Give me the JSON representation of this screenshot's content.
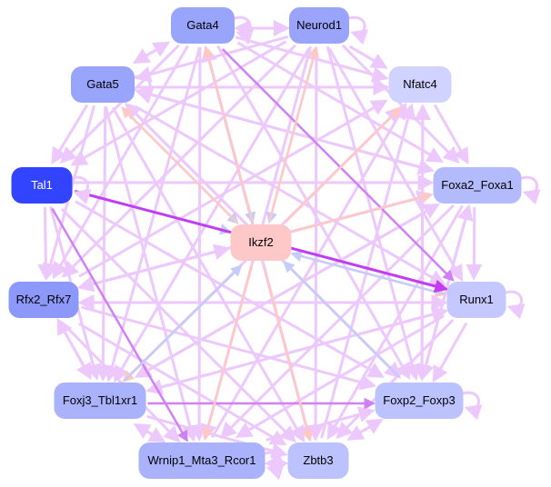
{
  "edge_colors": {
    "light": "#ecc8fc",
    "purple": "#c23cf2",
    "violet": "#d080f4",
    "blue": "#c4ccfa",
    "pink": "#ffc8c4"
  },
  "nodes": [
    {
      "id": "Gata4",
      "label": "Gata4",
      "fill": "#99a4fb",
      "text": "#000000"
    },
    {
      "id": "Neurod1",
      "label": "Neurod1",
      "fill": "#9aa4fb",
      "text": "#000000"
    },
    {
      "id": "Nfatc4",
      "label": "Nfatc4",
      "fill": "#d0d2ff",
      "text": "#000000"
    },
    {
      "id": "Gata5",
      "label": "Gata5",
      "fill": "#99a4fb",
      "text": "#000000"
    },
    {
      "id": "Tal1",
      "label": "Tal1",
      "fill": "#3344ff",
      "text": "#ffffff"
    },
    {
      "id": "Foxa2_Foxa1",
      "label": "Foxa2_Foxa1",
      "fill": "#b4bbfd",
      "text": "#000000"
    },
    {
      "id": "Ikzf2",
      "label": "Ikzf2",
      "fill": "#ffc8c8",
      "text": "#000000"
    },
    {
      "id": "Rfx2_Rfx7",
      "label": "Rfx2_Rfx7",
      "fill": "#8c98fa",
      "text": "#000000"
    },
    {
      "id": "Runx1",
      "label": "Runx1",
      "fill": "#c4c8fe",
      "text": "#000000"
    },
    {
      "id": "Foxj3_Tbl1xr1",
      "label": "Foxj3_Tbl1xr1",
      "fill": "#aab2fc",
      "text": "#000000"
    },
    {
      "id": "Foxp2_Foxp3",
      "label": "Foxp2_Foxp3",
      "fill": "#bcc2fe",
      "text": "#000000"
    },
    {
      "id": "Wrnip1_Mta3_Rcor1",
      "label": "Wrnip1_Mta3_Rcor1",
      "fill": "#aab2fc",
      "text": "#000000"
    },
    {
      "id": "Zbtb3",
      "label": "Zbtb3",
      "fill": "#bcc2fe",
      "text": "#000000"
    }
  ],
  "self_loops": [
    "Gata4",
    "Neurod1",
    "Gata5",
    "Tal1",
    "Foxa2_Foxa1",
    "Runx1",
    "Foxp2_Foxp3",
    "Wrnip1_Mta3_Rcor1"
  ],
  "edges": [
    [
      "Tal1",
      "Runx1",
      "purple"
    ],
    [
      "Tal1",
      "Wrnip1_Mta3_Rcor1",
      "violet"
    ],
    [
      "Tal1",
      "Ikzf2",
      "blue"
    ],
    [
      "Gata4",
      "Ikzf2",
      "blue"
    ],
    [
      "Ikzf2",
      "Gata4",
      "pink"
    ],
    [
      "Neurod1",
      "Ikzf2",
      "blue"
    ],
    [
      "Ikzf2",
      "Neurod1",
      "pink"
    ],
    [
      "Ikzf2",
      "Nfatc4",
      "pink"
    ],
    [
      "Ikzf2",
      "Foxa2_Foxa1",
      "pink"
    ],
    [
      "Ikzf2",
      "Runx1",
      "pink"
    ],
    [
      "Runx1",
      "Ikzf2",
      "blue"
    ],
    [
      "Ikzf2",
      "Foxj3_Tbl1xr1",
      "pink"
    ],
    [
      "Foxj3_Tbl1xr1",
      "Ikzf2",
      "blue"
    ],
    [
      "Ikzf2",
      "Wrnip1_Mta3_Rcor1",
      "pink"
    ],
    [
      "Ikzf2",
      "Zbtb3",
      "pink"
    ],
    [
      "Foxp2_Foxp3",
      "Ikzf2",
      "blue"
    ],
    [
      "Gata5",
      "Ikzf2",
      "blue"
    ],
    [
      "Ikzf2",
      "Gata5",
      "pink"
    ],
    [
      "Rfx2_Rfx7",
      "Ikzf2",
      "light"
    ],
    [
      "Gata4",
      "Runx1",
      "violet"
    ],
    [
      "Gata4",
      "Gata5",
      "light"
    ],
    [
      "Gata5",
      "Gata4",
      "light"
    ],
    [
      "Gata4",
      "Neurod1",
      "light"
    ],
    [
      "Neurod1",
      "Gata4",
      "light"
    ],
    [
      "Gata4",
      "Tal1",
      "light"
    ],
    [
      "Gata4",
      "Rfx2_Rfx7",
      "light"
    ],
    [
      "Gata4",
      "Foxj3_Tbl1xr1",
      "light"
    ],
    [
      "Gata4",
      "Wrnip1_Mta3_Rcor1",
      "light"
    ],
    [
      "Gata4",
      "Zbtb3",
      "light"
    ],
    [
      "Gata4",
      "Foxp2_Foxp3",
      "light"
    ],
    [
      "Gata4",
      "Foxa2_Foxa1",
      "light"
    ],
    [
      "Gata4",
      "Nfatc4",
      "light"
    ],
    [
      "Neurod1",
      "Gata5",
      "light"
    ],
    [
      "Neurod1",
      "Nfatc4",
      "light"
    ],
    [
      "Neurod1",
      "Tal1",
      "light"
    ],
    [
      "Neurod1",
      "Rfx2_Rfx7",
      "light"
    ],
    [
      "Neurod1",
      "Foxj3_Tbl1xr1",
      "light"
    ],
    [
      "Neurod1",
      "Wrnip1_Mta3_Rcor1",
      "light"
    ],
    [
      "Neurod1",
      "Zbtb3",
      "light"
    ],
    [
      "Neurod1",
      "Foxp2_Foxp3",
      "light"
    ],
    [
      "Neurod1",
      "Foxa2_Foxa1",
      "light"
    ],
    [
      "Neurod1",
      "Runx1",
      "light"
    ],
    [
      "Gata5",
      "Tal1",
      "light"
    ],
    [
      "Gata5",
      "Rfx2_Rfx7",
      "light"
    ],
    [
      "Gata5",
      "Foxj3_Tbl1xr1",
      "light"
    ],
    [
      "Gata5",
      "Wrnip1_Mta3_Rcor1",
      "light"
    ],
    [
      "Gata5",
      "Zbtb3",
      "light"
    ],
    [
      "Gata5",
      "Foxp2_Foxp3",
      "light"
    ],
    [
      "Gata5",
      "Runx1",
      "light"
    ],
    [
      "Gata5",
      "Foxa2_Foxa1",
      "light"
    ],
    [
      "Gata5",
      "Nfatc4",
      "light"
    ],
    [
      "Tal1",
      "Rfx2_Rfx7",
      "light"
    ],
    [
      "Tal1",
      "Foxj3_Tbl1xr1",
      "light"
    ],
    [
      "Tal1",
      "Foxp2_Foxp3",
      "light"
    ],
    [
      "Tal1",
      "Foxa2_Foxa1",
      "light"
    ],
    [
      "Tal1",
      "Zbtb3",
      "light"
    ],
    [
      "Rfx2_Rfx7",
      "Foxj3_Tbl1xr1",
      "light"
    ],
    [
      "Foxj3_Tbl1xr1",
      "Rfx2_Rfx7",
      "light"
    ],
    [
      "Rfx2_Rfx7",
      "Wrnip1_Mta3_Rcor1",
      "light"
    ],
    [
      "Rfx2_Rfx7",
      "Foxp2_Foxp3",
      "light"
    ],
    [
      "Rfx2_Rfx7",
      "Runx1",
      "light"
    ],
    [
      "Rfx2_Rfx7",
      "Foxa2_Foxa1",
      "light"
    ],
    [
      "Rfx2_Rfx7",
      "Zbtb3",
      "light"
    ],
    [
      "Foxj3_Tbl1xr1",
      "Foxp2_Foxp3",
      "violet"
    ],
    [
      "Foxj3_Tbl1xr1",
      "Wrnip1_Mta3_Rcor1",
      "light"
    ],
    [
      "Wrnip1_Mta3_Rcor1",
      "Foxj3_Tbl1xr1",
      "light"
    ],
    [
      "Foxj3_Tbl1xr1",
      "Foxa2_Foxa1",
      "light"
    ],
    [
      "Foxj3_Tbl1xr1",
      "Runx1",
      "light"
    ],
    [
      "Foxj3_Tbl1xr1",
      "Zbtb3",
      "light"
    ],
    [
      "Wrnip1_Mta3_Rcor1",
      "Zbtb3",
      "light"
    ],
    [
      "Zbtb3",
      "Wrnip1_Mta3_Rcor1",
      "light"
    ],
    [
      "Wrnip1_Mta3_Rcor1",
      "Foxp2_Foxp3",
      "light"
    ],
    [
      "Zbtb3",
      "Foxp2_Foxp3",
      "light"
    ],
    [
      "Foxp2_Foxp3",
      "Zbtb3",
      "light"
    ],
    [
      "Runx1",
      "Foxp2_Foxp3",
      "light"
    ],
    [
      "Foxa2_Foxa1",
      "Runx1",
      "light"
    ],
    [
      "Foxa2_Foxa1",
      "Foxp2_Foxp3",
      "light"
    ],
    [
      "Foxa2_Foxa1",
      "Zbtb3",
      "light"
    ],
    [
      "Foxa2_Foxa1",
      "Wrnip1_Mta3_Rcor1",
      "light"
    ],
    [
      "Foxa2_Foxa1",
      "Foxj3_Tbl1xr1",
      "light"
    ],
    [
      "Foxa2_Foxa1",
      "Rfx2_Rfx7",
      "light"
    ],
    [
      "Foxa2_Foxa1",
      "Gata5",
      "light"
    ],
    [
      "Nfatc4",
      "Foxa2_Foxa1",
      "light"
    ],
    [
      "Nfatc4",
      "Foxp2_Foxp3",
      "light"
    ],
    [
      "Runx1",
      "Wrnip1_Mta3_Rcor1",
      "light"
    ],
    [
      "Runx1",
      "Rfx2_Rfx7",
      "light"
    ],
    [
      "Runx1",
      "Foxj3_Tbl1xr1",
      "light"
    ],
    [
      "Runx1",
      "Zbtb3",
      "light"
    ],
    [
      "Foxp2_Foxp3",
      "Nfatc4",
      "light"
    ],
    [
      "Zbtb3",
      "Nfatc4",
      "light"
    ],
    [
      "Wrnip1_Mta3_Rcor1",
      "Nfatc4",
      "light"
    ],
    [
      "Rfx2_Rfx7",
      "Nfatc4",
      "light"
    ],
    [
      "Foxj3_Tbl1xr1",
      "Nfatc4",
      "light"
    ],
    [
      "Zbtb3",
      "Gata4",
      "light"
    ],
    [
      "Foxp2_Foxp3",
      "Gata5",
      "light"
    ],
    [
      "Foxp2_Foxp3",
      "Foxa2_Foxa1",
      "light"
    ]
  ]
}
